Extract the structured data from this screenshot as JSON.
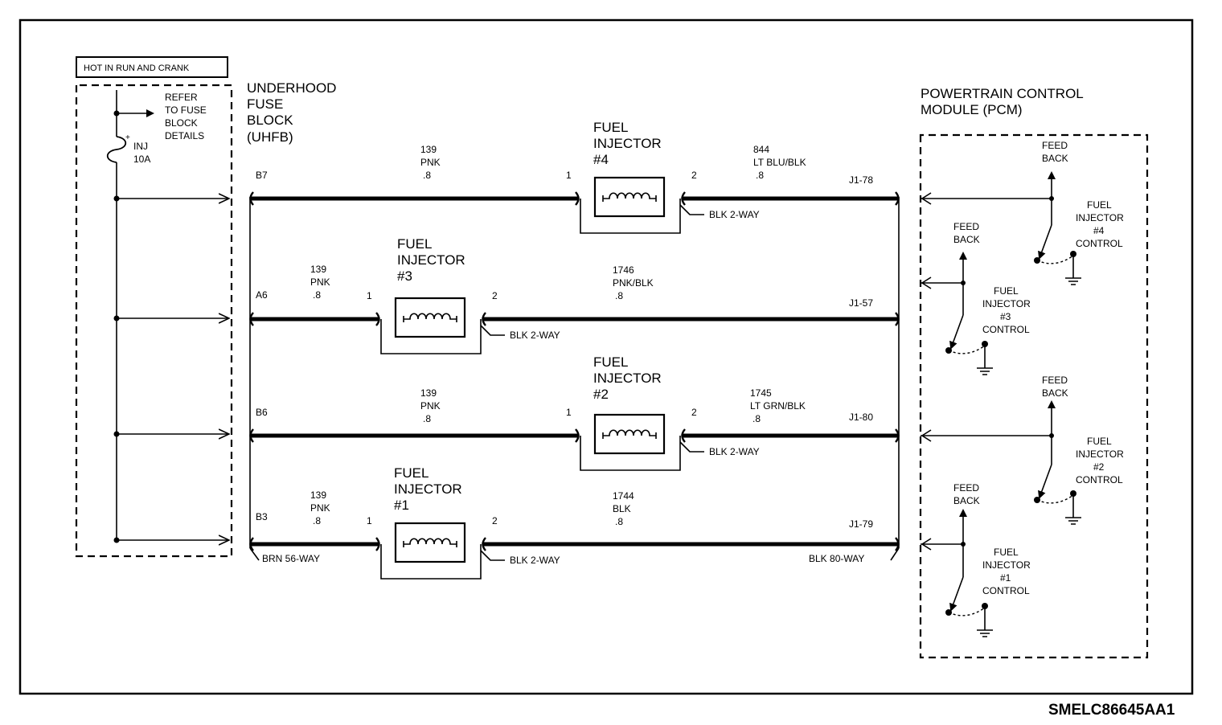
{
  "header_box": "HOT IN RUN AND CRANK",
  "fuse_note": [
    "REFER",
    "TO FUSE",
    "BLOCK",
    "DETAILS"
  ],
  "fuse": {
    "name": "INJ",
    "rating": "10A",
    "polarity": "+"
  },
  "uhfb_title": [
    "UNDERHOOD",
    "FUSE",
    "BLOCK",
    "(UHFB)"
  ],
  "pcm_title": [
    "POWERTRAIN CONTROL",
    "MODULE (PCM)"
  ],
  "injectors": [
    {
      "title": [
        "FUEL",
        "INJECTOR",
        "#4"
      ],
      "uhfb_pin": "B7",
      "in_circuit": [
        "139",
        "PNK",
        ".8"
      ],
      "pin_in": "1",
      "pin_out": "2",
      "out_circuit": [
        "844",
        "LT BLU/BLK",
        ".8"
      ],
      "pcm_pin": "J1-78",
      "connector": "BLK 2-WAY"
    },
    {
      "title": [
        "FUEL",
        "INJECTOR",
        "#3"
      ],
      "uhfb_pin": "A6",
      "in_circuit": [
        "139",
        "PNK",
        ".8"
      ],
      "pin_in": "1",
      "pin_out": "2",
      "out_circuit": [
        "1746",
        "PNK/BLK",
        ".8"
      ],
      "pcm_pin": "J1-57",
      "connector": "BLK 2-WAY"
    },
    {
      "title": [
        "FUEL",
        "INJECTOR",
        "#2"
      ],
      "uhfb_pin": "B6",
      "in_circuit": [
        "139",
        "PNK",
        ".8"
      ],
      "pin_in": "1",
      "pin_out": "2",
      "out_circuit": [
        "1745",
        "LT GRN/BLK",
        ".8"
      ],
      "pcm_pin": "J1-80",
      "connector": "BLK 2-WAY"
    },
    {
      "title": [
        "FUEL",
        "INJECTOR",
        "#1"
      ],
      "uhfb_pin": "B3",
      "in_circuit": [
        "139",
        "PNK",
        ".8"
      ],
      "pin_in": "1",
      "pin_out": "2",
      "out_circuit": [
        "1744",
        "BLK",
        ".8"
      ],
      "pcm_pin": "J1-79",
      "connector": "BLK 2-WAY"
    }
  ],
  "uhfb_connector": "BRN 56-WAY",
  "pcm_connector": "BLK 80-WAY",
  "pcm_controls": [
    {
      "feedback": [
        "FEED",
        "BACK"
      ],
      "label": [
        "FUEL",
        "INJECTOR",
        "#4",
        "CONTROL"
      ]
    },
    {
      "feedback": [
        "FEED",
        "BACK"
      ],
      "label": [
        "FUEL",
        "INJECTOR",
        "#3",
        "CONTROL"
      ]
    },
    {
      "feedback": [
        "FEED",
        "BACK"
      ],
      "label": [
        "FUEL",
        "INJECTOR",
        "#2",
        "CONTROL"
      ]
    },
    {
      "feedback": [
        "FEED",
        "BACK"
      ],
      "label": [
        "FUEL",
        "INJECTOR",
        "#1",
        "CONTROL"
      ]
    }
  ],
  "figure_code": "SMELC86645AA1"
}
